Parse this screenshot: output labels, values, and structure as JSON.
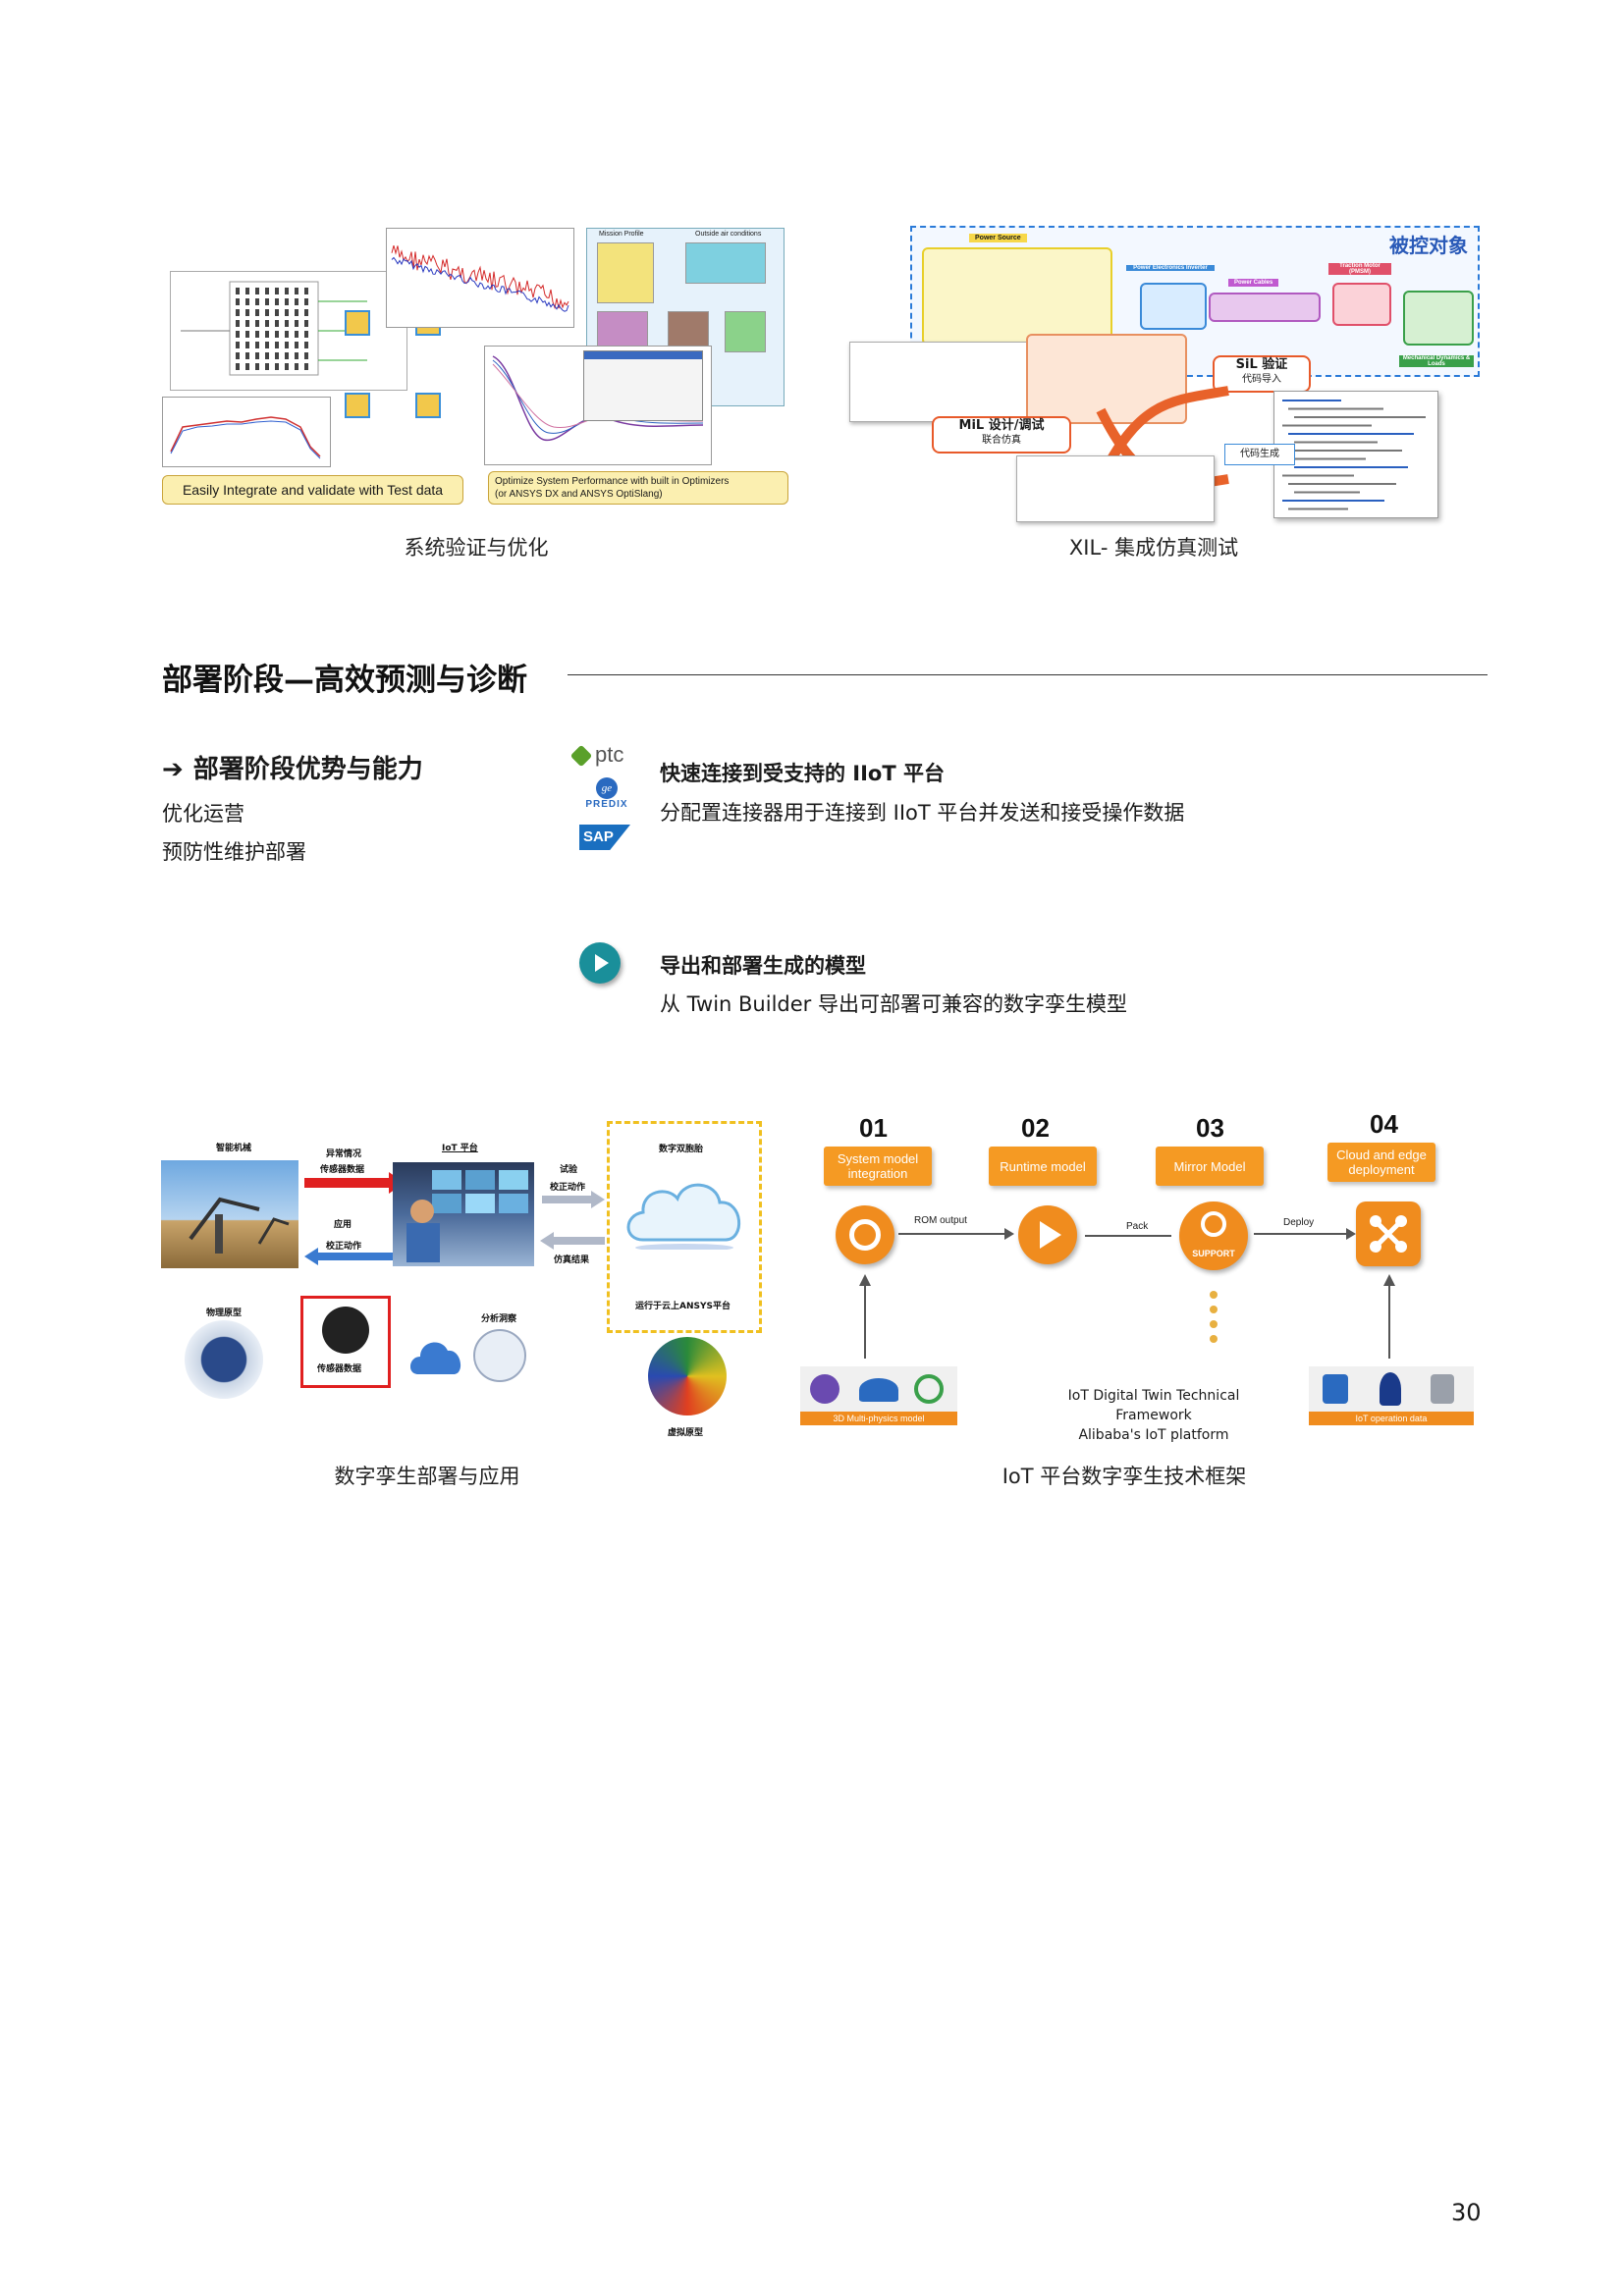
{
  "top_figures": {
    "left": {
      "panel_label_left": "Easily Integrate and validate with Test data",
      "panel_label_right_line1": "Optimize System Performance with built in Optimizers",
      "panel_label_right_line2": "(or ANSYS DX and ANSYS OptiSlang)",
      "inset_title_mission": "Mission Profile",
      "inset_title_outside": "Outside air conditions",
      "caption": "系统验证与优化"
    },
    "right": {
      "controlled_object": "被控对象",
      "power_source": "Power Source",
      "power_electronics": "Power Electronics Inverter",
      "power_cables": "Power Cables",
      "traction_motor": "Traction Motor (PMSM)",
      "mechanical": "Mechanical Dynamics & Loads",
      "sil_line1": "SiL 验证",
      "sil_line2": "代码导入",
      "mil_line1": "MiL 设计/调试",
      "mil_line2": "联合仿真",
      "codegen": "代码生成",
      "caption": "XIL- 集成仿真测试"
    }
  },
  "section": {
    "title": "部署阶段—高效预测与诊断"
  },
  "advantages": {
    "heading": "部署阶段优势与能力",
    "items": [
      "优化运营",
      "预防性维护部署"
    ]
  },
  "features": [
    {
      "title": "快速连接到受支持的 IIoT 平台",
      "desc": "分配置连接器用于连接到 IIoT 平台并发送和接受操作数据",
      "logos": [
        "ptc",
        "PREDIX",
        "SAP"
      ]
    },
    {
      "title": "导出和部署生成的模型",
      "desc": "从 Twin Builder 导出可部署可兼容的数字孪生模型"
    }
  ],
  "bottom_left": {
    "labels": {
      "smart_machine": "智能机械",
      "abnormal": "异常情况",
      "sensor_data": "传感器数据",
      "apply": "应用",
      "correct_action": "校正动作",
      "iot_platform": "IoT 平台",
      "test": "试验",
      "correct_action2": "校正动作",
      "sim_result": "仿真结果",
      "digital_twin": "数字双胞胎",
      "cloud_ansys": "运行于云上ANSYS平台",
      "physical_proto": "物理原型",
      "sensor_data2": "传感器数据",
      "analysis": "分析洞察",
      "virtual_proto": "虚拟原型"
    },
    "caption": "数字孪生部署与应用"
  },
  "bottom_right": {
    "steps": [
      {
        "num": "01",
        "label": "System model integration"
      },
      {
        "num": "02",
        "label": "Runtime model"
      },
      {
        "num": "03",
        "label": "Mirror Model"
      },
      {
        "num": "04",
        "label": "Cloud and edge deployment"
      }
    ],
    "rom_output": "ROM output",
    "pack": "Pack",
    "deploy": "Deploy",
    "support": "SUPPORT",
    "framework_line1": "IoT Digital Twin Technical Framework",
    "framework_line2": "Alibaba's IoT platform",
    "multiphysics": "3D Multi-physics model",
    "operation_data": "IoT operation data",
    "caption": "IoT 平台数字孪生技术框架"
  },
  "page_number": "30",
  "colors": {
    "orange": "#f59a23",
    "teal": "#1a8f9a",
    "sap_blue": "#1a6fc0",
    "red_arrow": "#e02020"
  }
}
